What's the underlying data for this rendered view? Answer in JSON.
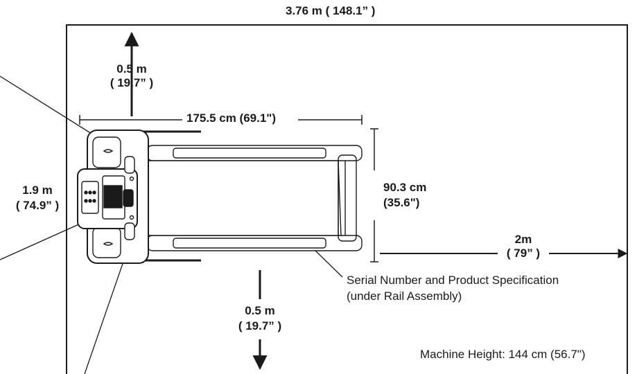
{
  "room": {
    "width_label": "3.76 m ( 148.1” )"
  },
  "clearance": {
    "rear_value": "0.5 m",
    "rear_imperial": "( 19.7” )",
    "side_value": "0.5 m",
    "side_imperial": "( 19.7” )",
    "front_value": "2m",
    "front_imperial": "( 79” )",
    "width_value": "1.9 m",
    "width_imperial": "( 74.9” )"
  },
  "machine": {
    "length_label": "175.5 cm (69.1\")",
    "width_value": "90.3 cm",
    "width_imperial": "(35.6\")",
    "serial_note_line1": "Serial Number and Product Specification",
    "serial_note_line2": "(under Rail Assembly)",
    "height_note": "Machine Height: 144 cm (56.7\")"
  },
  "colors": {
    "stroke": "#1a1a1a",
    "background": "#ffffff"
  }
}
